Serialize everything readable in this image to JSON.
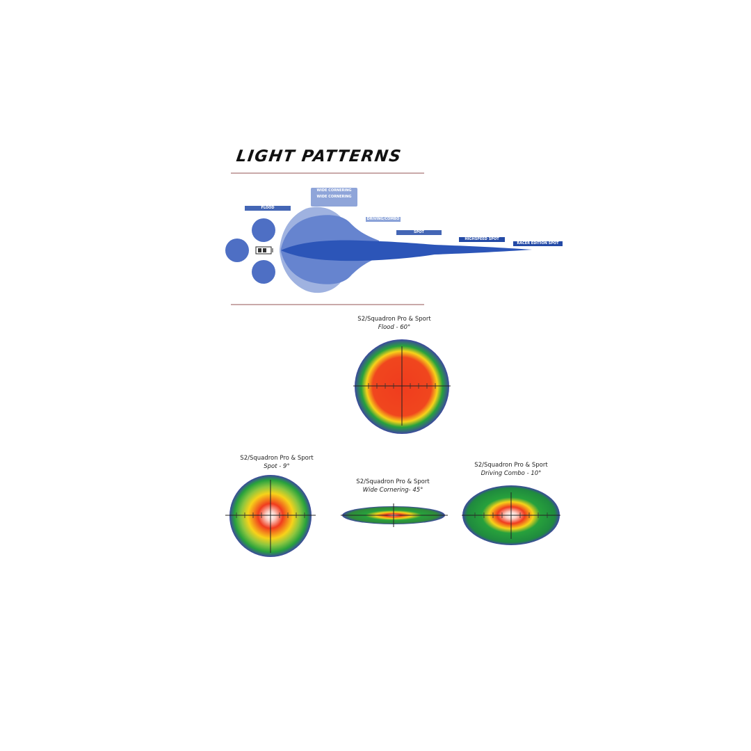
{
  "title": "LIGHT PATTERNS",
  "beam_labels": {
    "flood": "FLOOD",
    "wide_cornering_top": "WIDE CORNERING",
    "wide_cornering_bottom": "WIDE CORNERING",
    "driving_combo": "DRIVING/COMBO",
    "spot": "SPOT",
    "highspeed_spot": "HIGHSPEED SPOT",
    "racer_edition_spot": "RACER EDITION SPOT"
  },
  "patterns": [
    {
      "product": "S2/Squadron Pro & Sport",
      "beam": "Flood - 60°"
    },
    {
      "product": "S2/Squadron Pro & Sport",
      "beam": "Spot - 9°"
    },
    {
      "product": "S2/Squadron Pro & Sport",
      "beam": "Wide Cornering- 45°"
    },
    {
      "product": "S2/Squadron Pro & Sport",
      "beam": "Driving Combo - 10°"
    }
  ],
  "colors": {
    "beam_dark": "#2c55b8",
    "beam_mid": "#5b7bcc",
    "beam_light": "#9fb2e0",
    "heat_hot": "#f03c1e",
    "heat_warm": "#f7d21a",
    "heat_cool": "#27a13c",
    "heat_edge": "#3d47a0"
  }
}
